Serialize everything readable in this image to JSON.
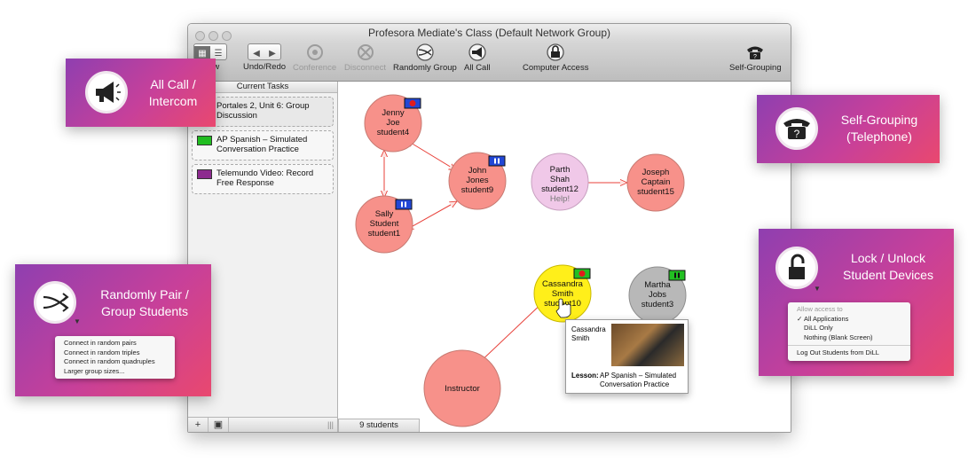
{
  "window": {
    "title": "Profesora Mediate's Class (Default Network Group)"
  },
  "toolbar": {
    "view_label": "View",
    "undo_redo_label": "Undo/Redo",
    "conference_label": "Conference",
    "disconnect_label": "Disconnect",
    "randomly_group_label": "Randomly Group",
    "all_call_label": "All Call",
    "computer_access_label": "Computer Access",
    "self_grouping_label": "Self-Grouping"
  },
  "sidebar": {
    "header": "Current Tasks",
    "tasks": [
      {
        "label": "Portales 2, Unit 6: Group Discussion",
        "color": "#d9d9d9"
      },
      {
        "label": "AP Spanish – Simulated Conversation Practice",
        "color": "#22c022"
      },
      {
        "label": "Telemundo Video: Record Free Response",
        "color": "#8d2a8f"
      }
    ]
  },
  "canvas": {
    "status": "9 students",
    "nodes": {
      "jenny": {
        "line1": "Jenny",
        "line2": "Joe",
        "line3": "student4"
      },
      "john": {
        "line1": "John",
        "line2": "Jones",
        "line3": "student9"
      },
      "sally": {
        "line1": "Sally",
        "line2": "Student",
        "line3": "student1"
      },
      "parth": {
        "line1": "Parth",
        "line2": "Shah",
        "line3": "student12",
        "line4": "Help!"
      },
      "joseph": {
        "line1": "Joseph",
        "line2": "Captain",
        "line3": "student15"
      },
      "cassandra": {
        "line1": "Cassandra",
        "line2": "Smith",
        "line3": "student10"
      },
      "martha": {
        "line1": "Martha",
        "line2": "Jobs",
        "line3": "student3"
      },
      "instructor": {
        "line1": "Instructor"
      }
    },
    "popup": {
      "name_line1": "Cassandra",
      "name_line2": "Smith",
      "lesson_label": "Lesson:",
      "lesson_line1": "AP Spanish – Simulated",
      "lesson_line2": "Conversation Practice"
    }
  },
  "callouts": {
    "all_call": {
      "line1": "All Call /",
      "line2": "Intercom"
    },
    "randomly": {
      "line1": "Randomly Pair /",
      "line2": "Group Students",
      "menu": [
        "Connect in random pairs",
        "Connect in random triples",
        "Connect in random quadruples",
        "Larger group sizes..."
      ]
    },
    "self_grouping": {
      "line1": "Self-Grouping",
      "line2": "(Telephone)"
    },
    "lock": {
      "line1": "Lock / Unlock",
      "line2": "Student Devices",
      "menu_header": "Allow access to",
      "menu": [
        "✓ All Applications",
        "DiLL Only",
        "Nothing (Blank Screen)"
      ],
      "menu_footer": "Log Out Students from DiLL"
    }
  },
  "colors": {
    "node_pink": "#f7918a",
    "node_lilac": "#f0c8e8",
    "node_yellow": "#ffef1a",
    "node_grey": "#b8b8b8",
    "arrow": "#e8413a",
    "callout_start": "#8f3fb0",
    "callout_end": "#e9486f"
  }
}
